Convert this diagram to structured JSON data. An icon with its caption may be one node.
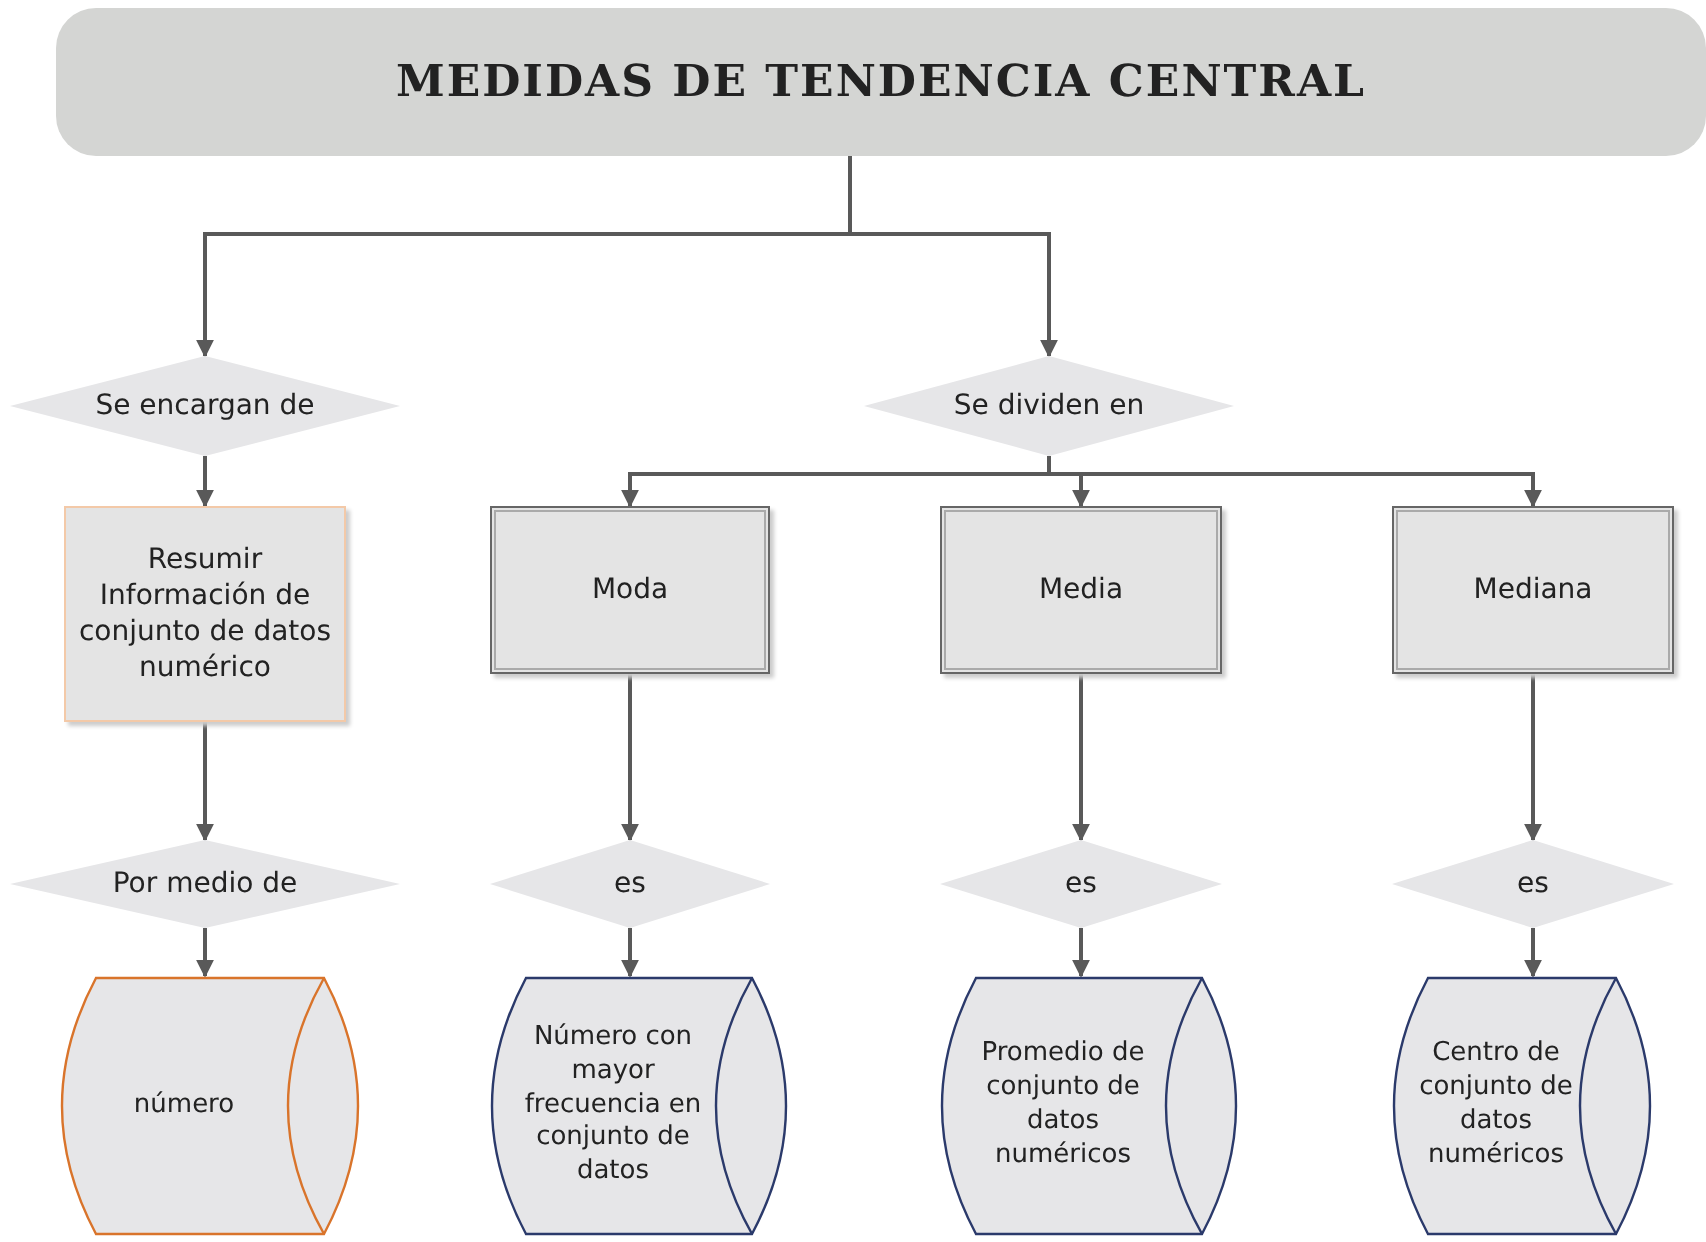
{
  "diagram": {
    "nodes": [
      {
        "text": [
          "MEDIDAS DE TENDENCIA CENTRAL"
        ]
      },
      {
        "text": [
          "Se encargan de"
        ]
      },
      {
        "text": [
          "Se dividen en"
        ]
      },
      {
        "text": [
          "Resumir Información de conjunto de datos numérico"
        ]
      },
      {
        "text": [
          "Moda"
        ]
      },
      {
        "text": [
          "Media"
        ]
      },
      {
        "text": [
          "Mediana"
        ]
      },
      {
        "text": [
          "Por medio de"
        ]
      },
      {
        "text": [
          "es"
        ]
      },
      {
        "text": [
          "es"
        ]
      },
      {
        "text": [
          "es"
        ]
      },
      {
        "text": [
          "número"
        ]
      },
      {
        "text": [
          "Número con mayor frecuencia en conjunto de datos"
        ]
      },
      {
        "text": [
          "Promedio de conjunto de datos numéricos"
        ]
      },
      {
        "text": [
          "Centro de conjunto de datos numéricos"
        ]
      }
    ],
    "edges": [
      {
        "from": 0,
        "to": 1,
        "arrow": "to"
      },
      {
        "from": 0,
        "to": 2,
        "arrow": "to"
      },
      {
        "from": 1,
        "to": 3,
        "arrow": "to"
      },
      {
        "from": 2,
        "to": 4,
        "arrow": "to"
      },
      {
        "from": 2,
        "to": 5,
        "arrow": "to"
      },
      {
        "from": 2,
        "to": 6,
        "arrow": "to"
      },
      {
        "from": 3,
        "to": 7,
        "arrow": "to"
      },
      {
        "from": 4,
        "to": 8,
        "arrow": "to"
      },
      {
        "from": 5,
        "to": 9,
        "arrow": "to"
      },
      {
        "from": 6,
        "to": 10,
        "arrow": "to"
      },
      {
        "from": 7,
        "to": 11,
        "arrow": "to"
      },
      {
        "from": 8,
        "to": 12,
        "arrow": "to"
      },
      {
        "from": 9,
        "to": 13,
        "arrow": "to"
      },
      {
        "from": 10,
        "to": 14,
        "arrow": "to"
      }
    ]
  }
}
